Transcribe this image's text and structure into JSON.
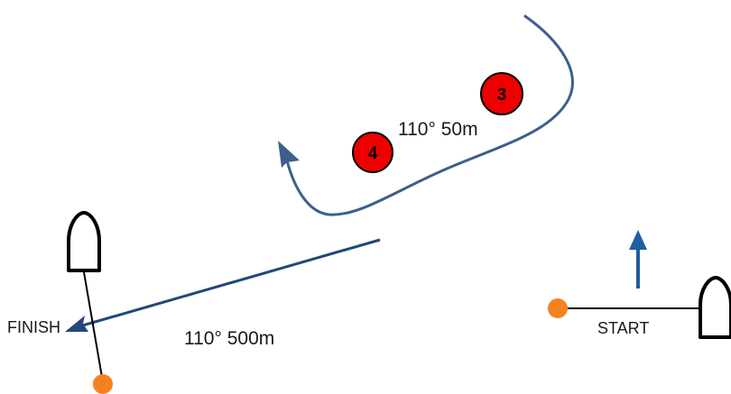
{
  "labels": {
    "start": "START",
    "finish": "FINISH",
    "leg_short": "110° 50m",
    "leg_long": "110° 500m"
  },
  "marks": [
    {
      "number": "3"
    },
    {
      "number": "4"
    }
  ],
  "colors": {
    "course_line": "#3d5f8a",
    "long_leg_arrow": "#23477a",
    "start_arrow": "#1f5ea0",
    "mark_fill": "#ee0000",
    "pin_buoy": "#f58220",
    "boat_outline": "#000000"
  },
  "icons": {
    "start_boat": "committee-boat-icon",
    "finish_boat": "committee-boat-icon",
    "start_pin": "pin-buoy-icon",
    "finish_pin": "pin-buoy-icon"
  }
}
